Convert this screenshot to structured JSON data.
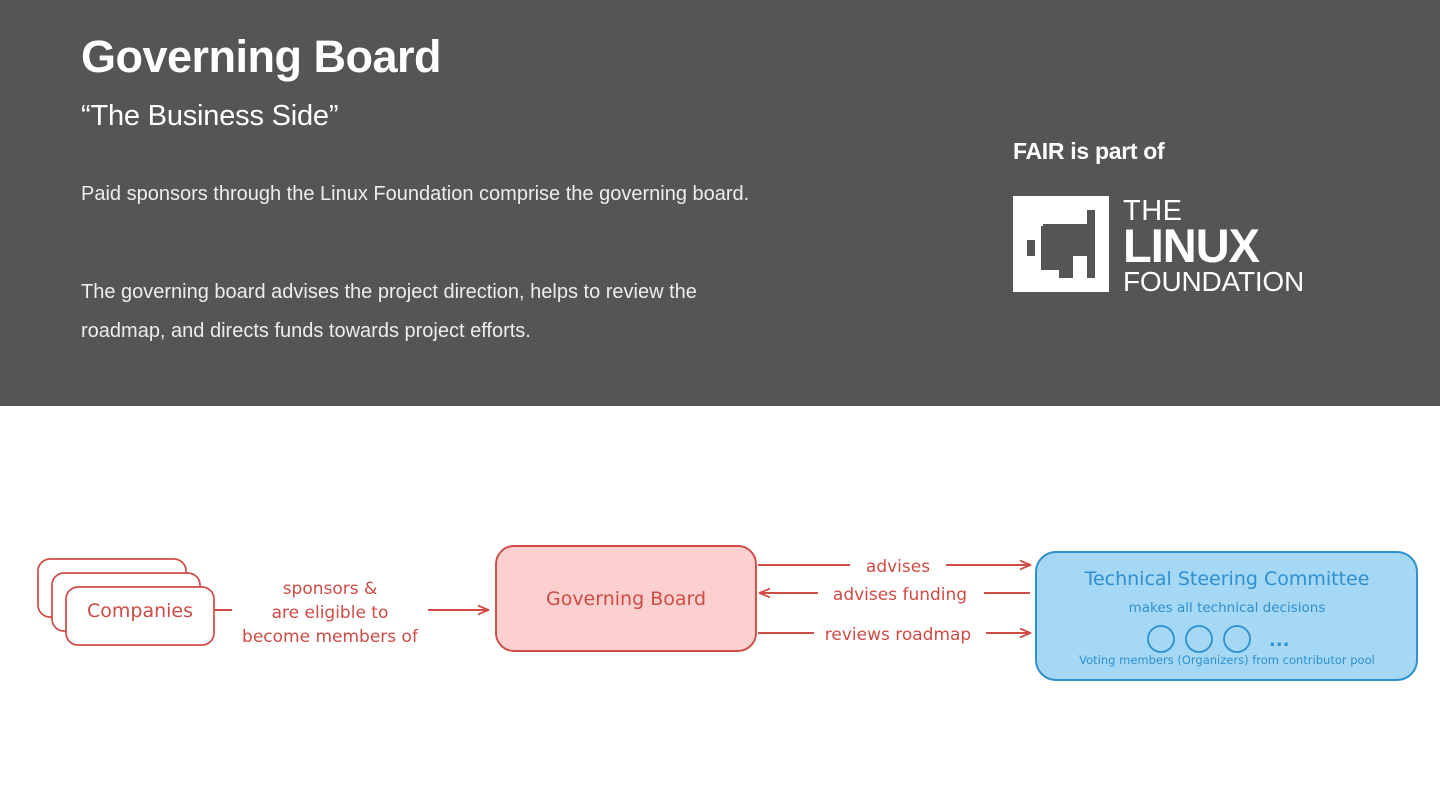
{
  "header": {
    "title": "Governing Board",
    "subtitle": "“The Business Side”",
    "paragraph_1": "Paid sponsors through the Linux Foundation comprise the governing board.",
    "paragraph_2": "The governing board advises the project direction, helps to review the roadmap, and directs funds towards project efforts.",
    "background_color": "#555555",
    "text_color": "#ffffff"
  },
  "branding": {
    "fair_label": "FAIR is part of",
    "logo": {
      "line_1": "THE",
      "line_2": "LINUX",
      "line_3": "FOUNDATION",
      "mark_color": "#ffffff"
    }
  },
  "diagram": {
    "colors": {
      "red": "#cf4b45",
      "pink_fill": "#fbd0ce",
      "blue": "#2f8fcf",
      "blue_fill": "#a5d8f5",
      "white": "#ffffff"
    },
    "nodes": [
      {
        "id": "companies",
        "label": "Companies",
        "style": "stacked-card",
        "fill": "#ffffff",
        "stroke": "#cf4b45"
      },
      {
        "id": "governing-board",
        "label": "Governing Board",
        "style": "rounded-box",
        "fill": "#fbd0ce",
        "stroke": "#cf4b45"
      },
      {
        "id": "technical-steering-committee",
        "title": "Technical Steering Committee",
        "subtitle": "makes all technical decisions",
        "member_count": 3,
        "ellipsis": "...",
        "footer": "Voting members (Organizers) from contributor pool",
        "style": "rounded-box",
        "fill": "#a5d8f5",
        "stroke": "#2f8fcf"
      }
    ],
    "edges": [
      {
        "id": "companies-to-board",
        "label_lines": [
          "sponsors &",
          "are eligible to",
          "become members of"
        ],
        "from": "companies",
        "to": "governing-board",
        "direction": "right"
      },
      {
        "id": "board-advises-tsc",
        "label": "advises",
        "from": "governing-board",
        "to": "technical-steering-committee",
        "direction": "right"
      },
      {
        "id": "tsc-advises-funding",
        "label": "advises funding",
        "from": "technical-steering-committee",
        "to": "governing-board",
        "direction": "left"
      },
      {
        "id": "board-reviews-roadmap",
        "label": "reviews roadmap",
        "from": "governing-board",
        "to": "technical-steering-committee",
        "direction": "right"
      }
    ]
  }
}
